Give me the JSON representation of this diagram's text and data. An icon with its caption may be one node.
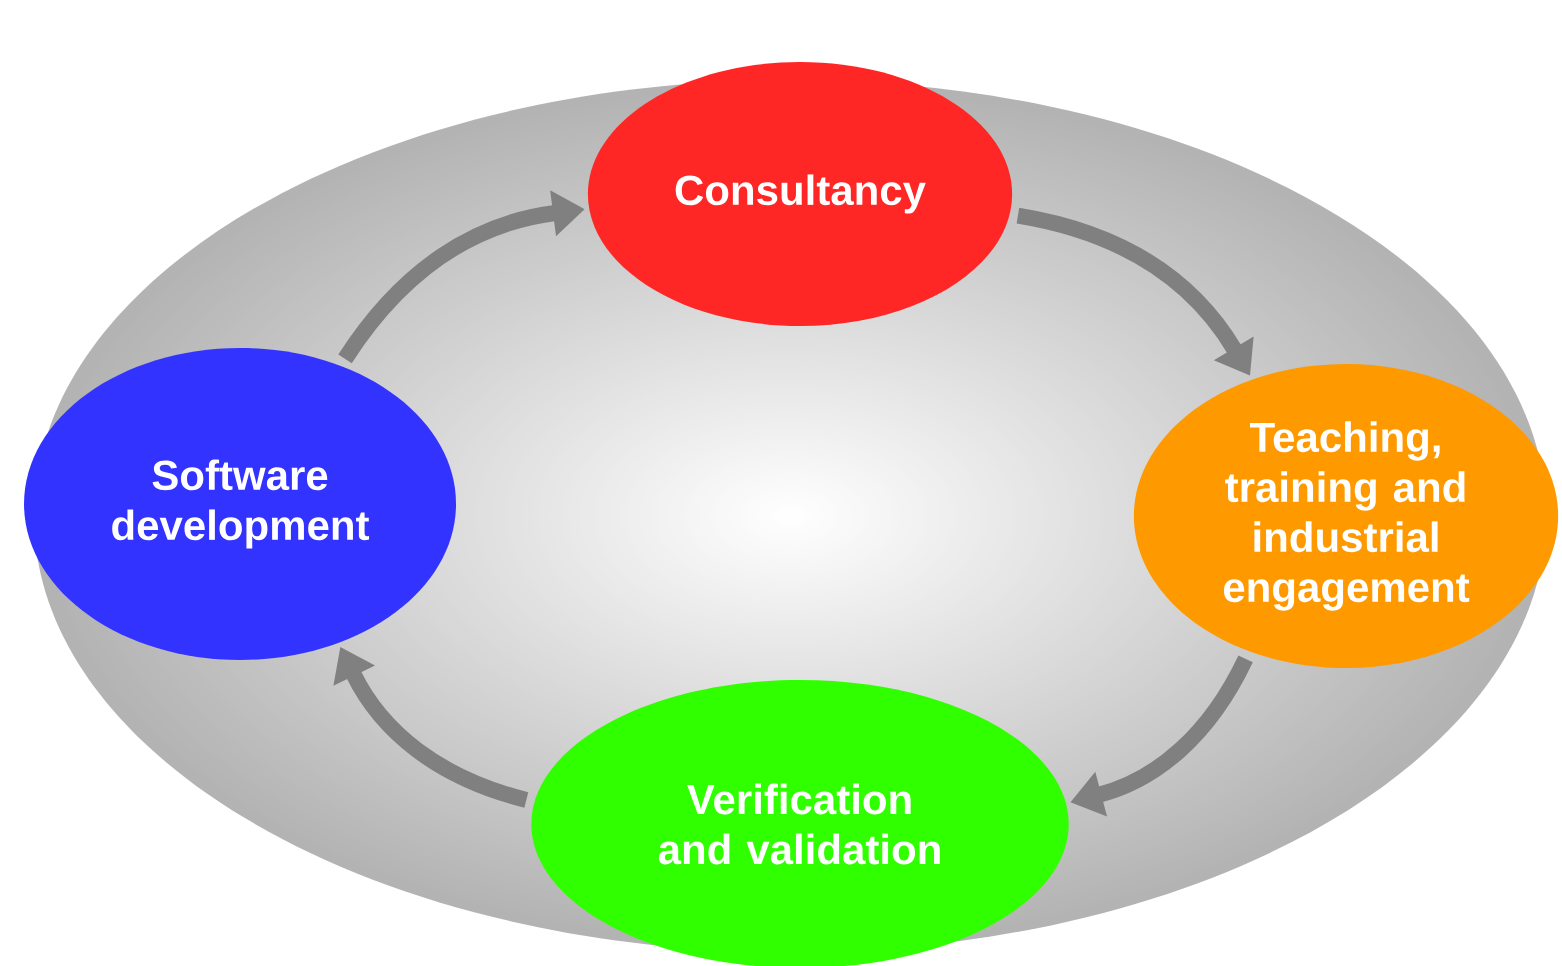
{
  "diagram": {
    "nodes": [
      {
        "text": [
          "Consultancy"
        ]
      },
      {
        "text": [
          "Teaching, training and industrial engagement"
        ]
      },
      {
        "text": [
          "Verification and validation"
        ]
      },
      {
        "text": [
          "Software development"
        ]
      }
    ],
    "edges": [
      {
        "from": 0,
        "to": 1,
        "arrow": "to"
      },
      {
        "from": 1,
        "to": 2,
        "arrow": "to"
      },
      {
        "from": 2,
        "to": 3,
        "arrow": "to"
      },
      {
        "from": 3,
        "to": 0,
        "arrow": "to"
      }
    ]
  }
}
